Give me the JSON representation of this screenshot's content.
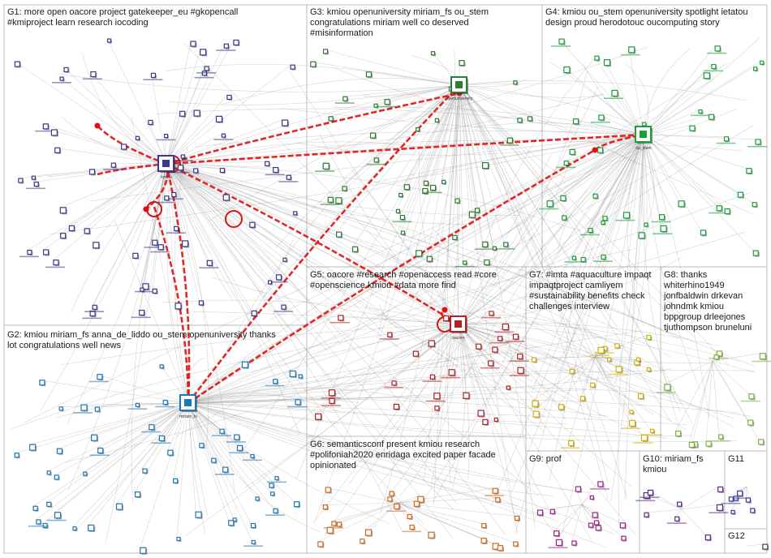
{
  "groups": [
    {
      "id": "G1",
      "label": "G1: more open oacore project gatekeeper_eu #gkopencall\n#kmiproject learn research iocoding",
      "color": "#3a3a8c"
    },
    {
      "id": "G2",
      "label": "G2: kmiou miriam_fs anna_de_liddo ou_stem openuniversity thanks\nlot congratulations well news",
      "color": "#1f78b4"
    },
    {
      "id": "G3",
      "label": "G3: kmiou openuniversity miriam_fs ou_stem\ncongratulations miriam well co deserved\n#misinformation",
      "color": "#2e7d32"
    },
    {
      "id": "G4",
      "label": "G4: kmiou ou_stem openuniversity spotlight ietatou\ndesign proud herodotouc oucomputing story",
      "color": "#1b9e3c"
    },
    {
      "id": "G5",
      "label": "G5: oacore #research #openaccess read #core\n#openscience kmiou #data more find",
      "color": "#b22222"
    },
    {
      "id": "G6",
      "label": "G6: semanticsconf present kmiou research\n#polifoniah2020 enridaga excited paper facade\nopinionated",
      "color": "#d2691e"
    },
    {
      "id": "G7",
      "label": "G7: #imta #aquaculture impaqt\nimpaqtproject camliyem\n#sustainability benefits check\nchallenges interview",
      "color": "#d4b000"
    },
    {
      "id": "G8",
      "label": "G8: thanks\nwhiterhino1949\njonfbaldwin drkevan\njohndmk kmiou\nbppgroup drleejones\ntjuthompson bruneluni",
      "color": "#7cb342"
    },
    {
      "id": "G9",
      "label": "G9: prof",
      "color": "#a0208c"
    },
    {
      "id": "G10",
      "label": "G10: miriam_fs\nkmiou",
      "color": "#5a2a82"
    },
    {
      "id": "G11",
      "label": "G11",
      "color": "#3a3aa0"
    },
    {
      "id": "G12",
      "label": "G12",
      "color": "#444444"
    }
  ],
  "hubs": [
    {
      "group": "G1",
      "label": "kmiou"
    },
    {
      "group": "G2",
      "label": "miriam_fs"
    },
    {
      "group": "G3",
      "label": "openuniversity"
    },
    {
      "group": "G4",
      "label": "ou_stem"
    },
    {
      "group": "G5",
      "label": "oacore"
    }
  ]
}
